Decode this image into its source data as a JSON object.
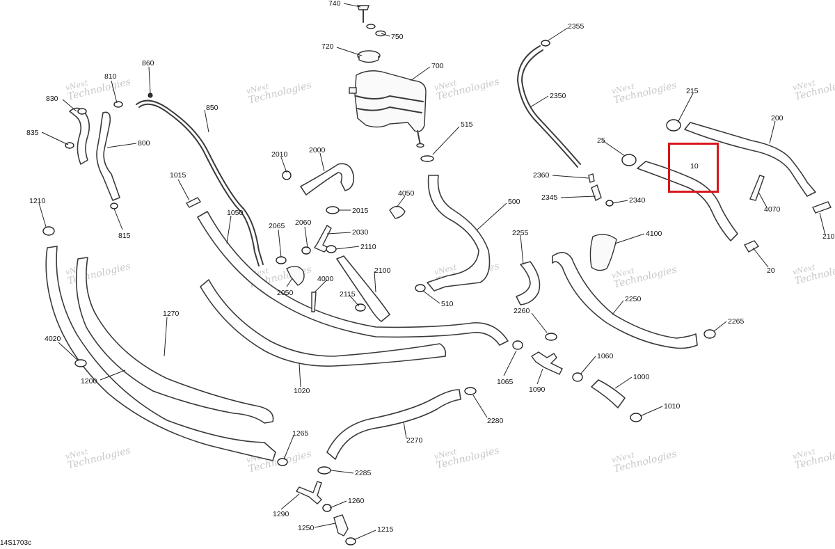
{
  "diagram": {
    "code": "14S1703c",
    "watermark": [
      "vNext",
      "Technologies"
    ],
    "highlight_label": "10",
    "colors": {
      "highlight": "#d9161c",
      "line": "#3a3a3a",
      "watermark": "#c8c8c8"
    },
    "parts": [
      "740",
      "750",
      "720",
      "700",
      "810",
      "860",
      "830",
      "835",
      "800",
      "815",
      "850",
      "2000",
      "2010",
      "2015",
      "2030",
      "2060",
      "2065",
      "2110",
      "2050",
      "2100",
      "4000",
      "2115",
      "4050",
      "515",
      "500",
      "510",
      "1015",
      "1050",
      "1210",
      "1270",
      "4020",
      "1200",
      "1020",
      "1265",
      "2270",
      "2285",
      "1290",
      "1260",
      "1250",
      "1215",
      "1065",
      "1090",
      "2260",
      "2280",
      "2355",
      "2350",
      "2360",
      "2345",
      "2340",
      "2255",
      "2250",
      "2265",
      "1060",
      "1000",
      "1010",
      "4100",
      "215",
      "200",
      "25",
      "4070",
      "20",
      "210"
    ]
  }
}
